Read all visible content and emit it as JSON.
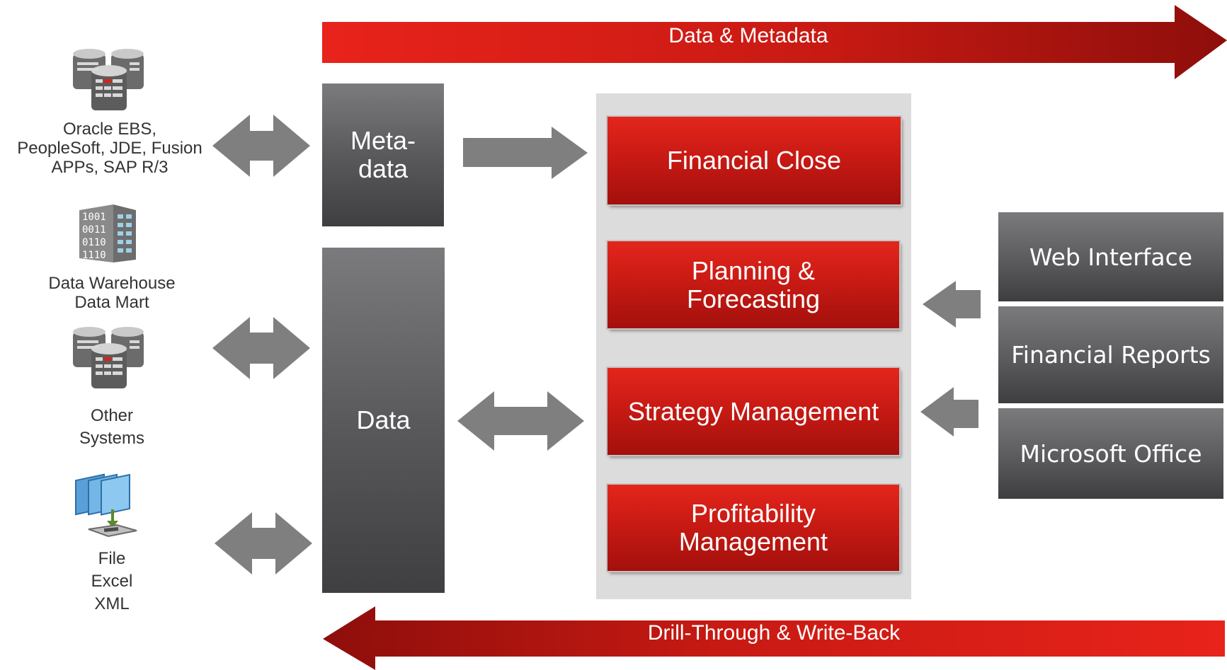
{
  "top_banner": {
    "label": "Data & Metadata"
  },
  "bottom_banner": {
    "label": "Drill-Through & Write-Back"
  },
  "sources": [
    {
      "label": "Oracle EBS,\nPeopleSoft, JDE, Fusion\nAPPs, SAP R/3",
      "icon": "database-cluster-icon"
    },
    {
      "label": "Data Warehouse\nData Mart",
      "icon": "data-warehouse-building-icon"
    },
    {
      "label": "Other\nSystems",
      "icon": "database-cluster-icon"
    },
    {
      "label": "File\nExcel\nXML",
      "icon": "file-import-icon"
    }
  ],
  "middle": {
    "metadata": "Meta-\ndata",
    "data": "Data"
  },
  "modules": [
    "Financial Close",
    "Planning &\nForecasting",
    "Strategy Management",
    "Profitability\nManagement"
  ],
  "interfaces": [
    "Web Interface",
    "Financial Reports",
    "Microsoft Office"
  ],
  "colors": {
    "accent_red": "#d4211a",
    "dark_red": "#8e0e0b",
    "arrow_gray": "#7f7f7f",
    "panel_gray": "#dcdcdc",
    "box_gray": "#5a595c"
  }
}
